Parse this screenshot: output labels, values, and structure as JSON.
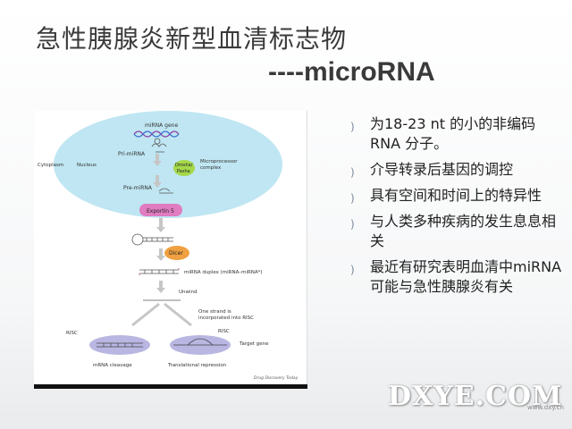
{
  "title": {
    "line1": "急性胰腺炎新型血清标志物",
    "line2": "----microRNA"
  },
  "figure": {
    "labels": {
      "mirna_gene": "miRNA gene",
      "pri_mirna": "Pri-miRNA",
      "drosha_pasha_1": "Drosha/",
      "drosha_pasha_2": "Pasha",
      "microprocessor_1": "Microprocessor",
      "microprocessor_2": "complex",
      "cytoplasm": "Cytoplasm",
      "nucleus": "Nucleus",
      "pre_mirna": "Pre-miRNA",
      "exportin": "Exportin 5",
      "dicer": "Dicer",
      "duplex": "miRNA duplex (miRNA–miRNA*)",
      "unwind": "Unwind",
      "one_strand_1": "One strand is",
      "one_strand_2": "incorporated into RISC",
      "risc_left": "RISC",
      "risc_right": "RISC",
      "target_gene": "Target gene",
      "mrna_cleavage": "mRNA cleavage",
      "translational_repression": "Translational repression",
      "credit": "Drug Discovery Today"
    }
  },
  "bullets": [
    "为18-23 nt 的小的非编码RNA 分子。",
    "介导转录后基因的调控",
    "具有空间和时间上的特异性",
    "与人类多种疾病的发生息息相关",
    "最近有研究表明血清中miRNA 可能与急性胰腺炎有关"
  ],
  "bullet_marker": ")",
  "watermark": {
    "text": "DXYE.COM",
    "sub": "www.dxy.cn"
  },
  "colors": {
    "nucleus": "#bfe6f2",
    "exportin": "#e07cc0",
    "dicer": "#f0a040",
    "risc": "#b9b6e2",
    "drosha": "#a5d94a"
  }
}
